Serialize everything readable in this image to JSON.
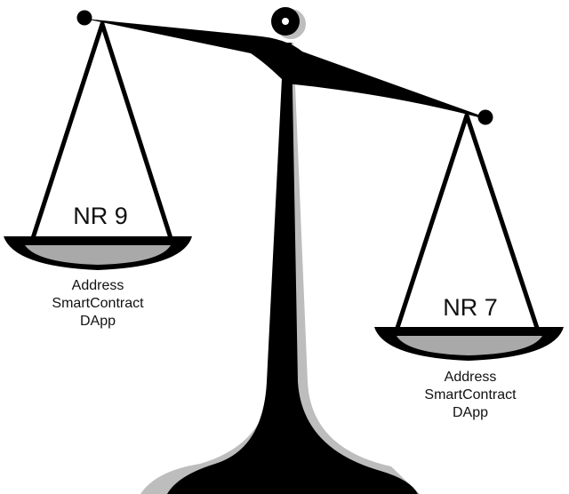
{
  "left_pan": {
    "score": "NR 9",
    "lines": [
      "Address",
      "SmartContract",
      "DApp"
    ]
  },
  "right_pan": {
    "score": "NR 7",
    "lines": [
      "Address",
      "SmartContract",
      "DApp"
    ]
  },
  "colors": {
    "ink": "#000000",
    "shadow": "#bdbdbd",
    "pan_fill": "#a9a9a9",
    "background": "#ffffff"
  }
}
